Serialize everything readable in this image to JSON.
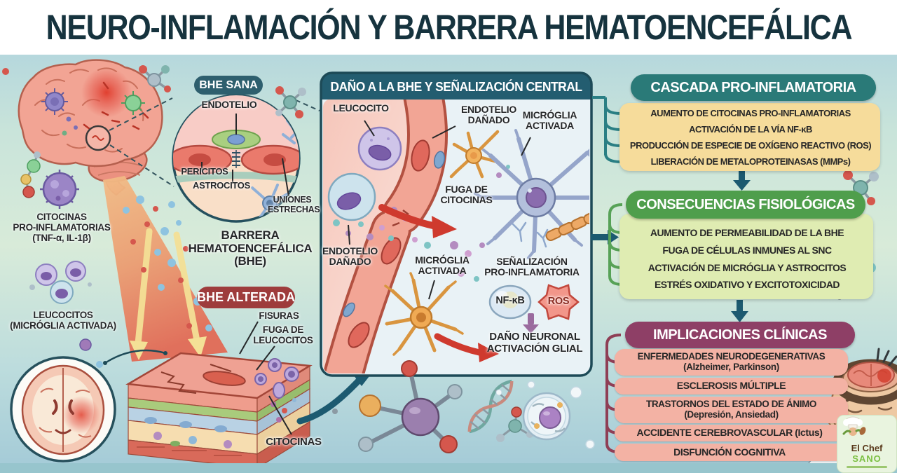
{
  "title": "NEURO-INFLAMACIÓN Y BARRERA HEMATOENCEFÁLICA",
  "brain_section": {
    "cytokines_label": "CITOCINAS\nPRO-INFLAMATORIAS\n(TNF-α, IL-1β)",
    "leukocytes_label": "LEUCOCITOS\n(MICRÓGLIA ACTIVADA)"
  },
  "bhe_sana": {
    "title": "BHE SANA",
    "endotelio": "ENDOTELIO",
    "pericitos": "PERICITOS",
    "astrocitos": "ASTROCITOS",
    "uniones_estrechas": "UNIONES\nESTRECHAS"
  },
  "bhe_center_label": "BARRERA\nHEMATOENCEFÁLICA\n(BHE)",
  "bhe_alterada": {
    "title": "BHE ALTERADA",
    "fisuras": "FISURAS",
    "fuga_leucocitos": "FUGA DE\nLEUCOCITOS",
    "citocinas": "CITOCINAS"
  },
  "central_panel": {
    "title": "DAÑO A LA BHE Y SEÑALIZACIÓN CENTRAL",
    "leucocito": "LEUCOCITO",
    "endotelio_danado_top": "ENDOTELIO\nDAÑADO",
    "microglia_activada_top": "MICRÓGLIA\nACTIVADA",
    "fuga_de_citocinas": "FUGA DE\nCITOCINAS",
    "endotelio_danado_left": "ENDOTELIO\nDAÑADO",
    "microglia_activada_mid": "MICRÓGLIA\nACTIVADA",
    "senalizacion": "SEÑALIZACIÓN\nPRO-INFLAMATORIA",
    "nfkb": "NF-κB",
    "ros": "ROS",
    "dano_neuronal": "DAÑO NEURONAL\nACTIVACIÓN GLIAL"
  },
  "boxes": [
    {
      "title": "CASCADA PRO-INFLAMATORIA",
      "items": [
        "AUMENTO DE CITOCINAS PRO-INFLAMATORIAS",
        "ACTIVACIÓN DE LA VÍA NF-κB",
        "PRODUCCIÓN DE ESPECIE DE OXÍGENO REACTIVO (ROS)",
        "LIBERACIÓN DE METALOPROTEINASAS (MMPs)"
      ]
    },
    {
      "title": "CONSECUENCIAS FISIOLÓGICAS",
      "items": [
        "AUMENTO DE PERMEABILIDAD DE LA BHE",
        "FUGA DE CÉLULAS INMUNES AL SNC",
        "ACTIVACIÓN DE MICRÓGLIA Y ASTROCITOS",
        "ESTRÉS OXIDATIVO Y EXCITOTOXICIDAD"
      ]
    },
    {
      "title": "IMPLICACIONES CLÍNICAS",
      "items": [
        "ENFERMEDADES NEURODEGENERATIVAS\n(Alzheimer, Parkinson)",
        "ESCLEROSIS MÚLTIPLE",
        "TRASTORNOS DEL ESTADO DE ÁNIMO\n(Depresión, Ansiedad)",
        "ACCIDENTE CEREBROVASCULAR (Ictus)",
        "DISFUNCIÓN COGNITIVA"
      ]
    }
  ],
  "logo": {
    "name_top": "El Chef",
    "name_bottom": "SANO"
  },
  "colors": {
    "accent_teal": "#1c5a70",
    "sana_pill": "#2e5f6e",
    "alterada_pill": "#9e3c3c",
    "panel_header": "#235d70",
    "cascade_header": "#2a7a78",
    "cascade_body": "#f6dc9b",
    "consequences_header": "#4f9e4c",
    "consequences_body": "#dfecb2",
    "clinical_header": "#8e3f66",
    "clinical_item": "#f3b2a4"
  }
}
